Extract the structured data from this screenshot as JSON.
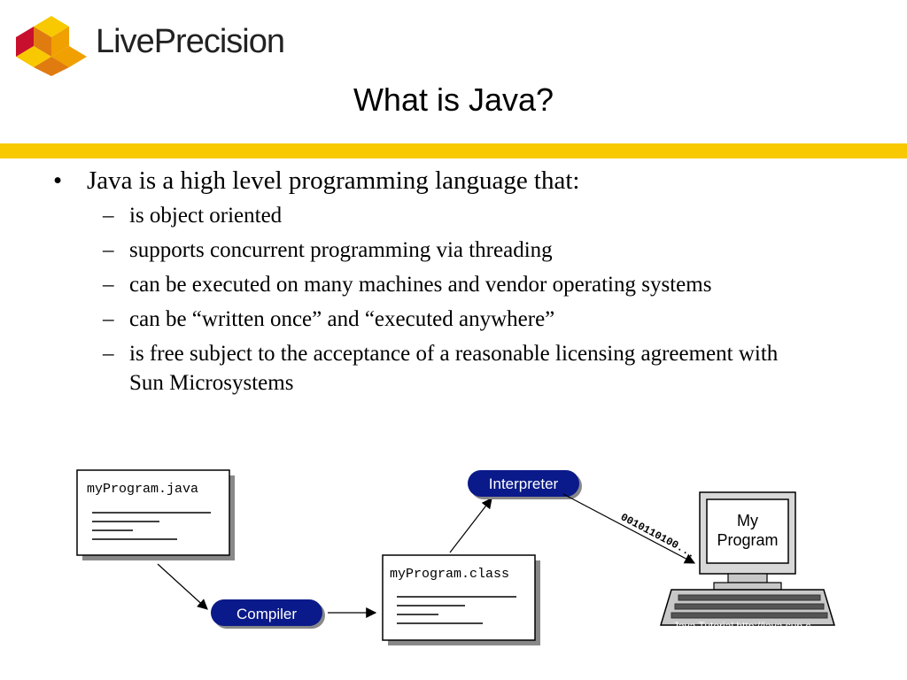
{
  "brand": {
    "name": "LivePrecision"
  },
  "slide": {
    "title": "What is Java?",
    "main_bullet": "Java is a high level programming language that:",
    "sub_bullets": [
      "is object oriented",
      "supports concurrent programming via threading",
      "can be executed on many machines and vendor operating systems",
      "can be “written once” and “executed anywhere”",
      "is free subject to the acceptance of a reasonable licensing agreement with Sun Microsystems"
    ]
  },
  "diagram": {
    "source_file": "myProgram.java",
    "compiler_label": "Compiler",
    "class_file": "myProgram.class",
    "interpreter_label": "Interpreter",
    "bytecode": "0010110100...",
    "screen_text_1": "My",
    "screen_text_2": "Program"
  },
  "footnote": "Java Tutorial http://java.sun.c"
}
